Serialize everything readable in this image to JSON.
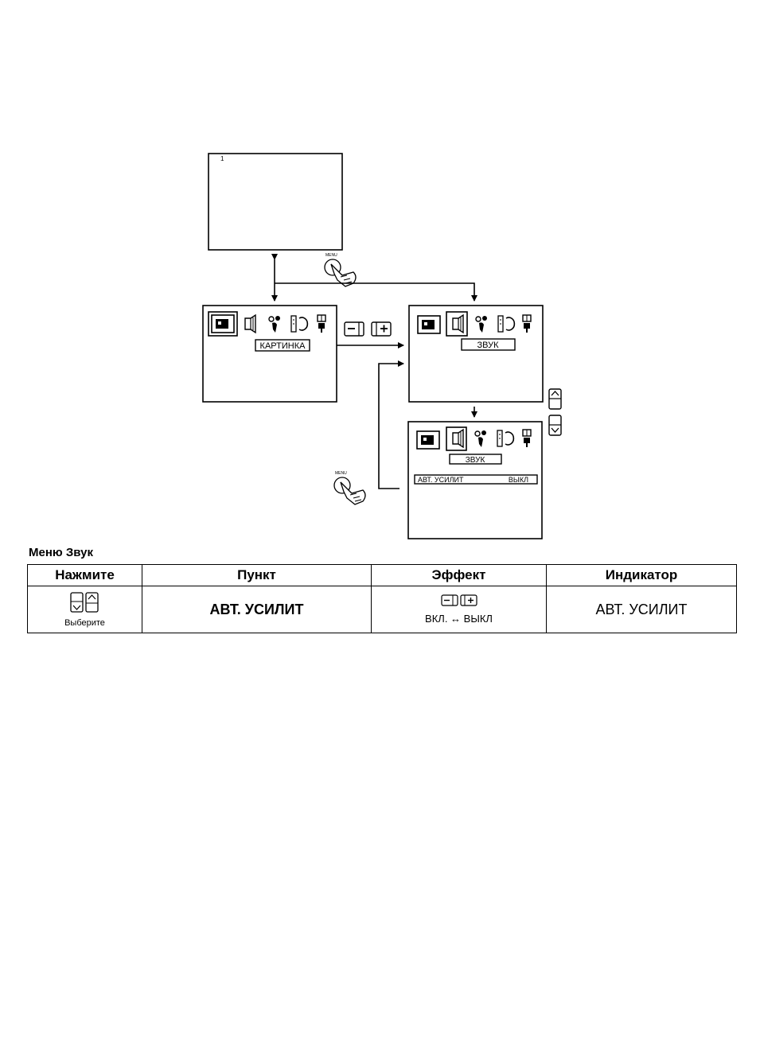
{
  "diagram": {
    "tv_channel_number": "1",
    "menu_button_label": "MENU",
    "screen_left": {
      "label": "КАРТИНКА"
    },
    "screen_right": {
      "label": "ЗВУК"
    },
    "screen_bottom": {
      "label": "ЗВУК",
      "item_name": "АВТ. УСИЛИТ",
      "item_value": "ВЫКЛ"
    },
    "icons": [
      "picture-icon",
      "sound-icon",
      "features-icon",
      "install-icon",
      "connector-icon"
    ]
  },
  "table": {
    "title": "Меню Звук",
    "headers": [
      "Нажмите",
      "Пункт",
      "Эффект",
      "Индикатор"
    ],
    "row": {
      "press_caption": "Выберите",
      "item": "АВТ. УСИЛИТ",
      "effect_text": "ВКЛ. ↔ ВЫКЛ",
      "indicator": "АВТ. УСИЛИТ"
    }
  }
}
